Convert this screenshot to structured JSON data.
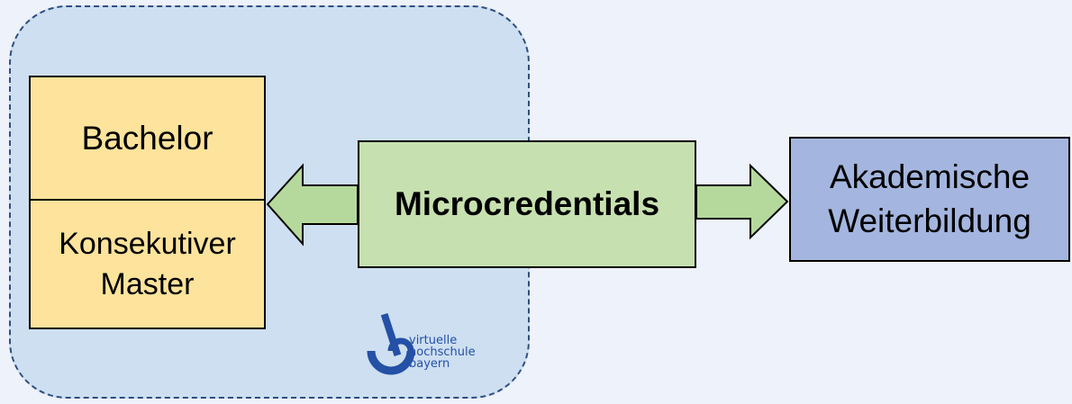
{
  "diagram": {
    "left_boxes": {
      "bachelor_label": "Bachelor",
      "master_line1": "Konsekutiver",
      "master_line2": "Master"
    },
    "center_box": {
      "label": "Microcredentials"
    },
    "right_box": {
      "line1": "Akademische",
      "line2": "Weiterbildung"
    },
    "logo": {
      "line1": "virtuelle",
      "line2": "hochschule",
      "line3": "bayern"
    }
  },
  "colors": {
    "background": "#eef2fa",
    "region_fill": "#cddff0",
    "region_border": "#2e4f80",
    "degree_boxes": "#fde39b",
    "microcredentials": "#c7e0b0",
    "weiterbildung": "#a4b6df",
    "arrow_fill": "#b5d99c",
    "logo": "#2450a6"
  }
}
